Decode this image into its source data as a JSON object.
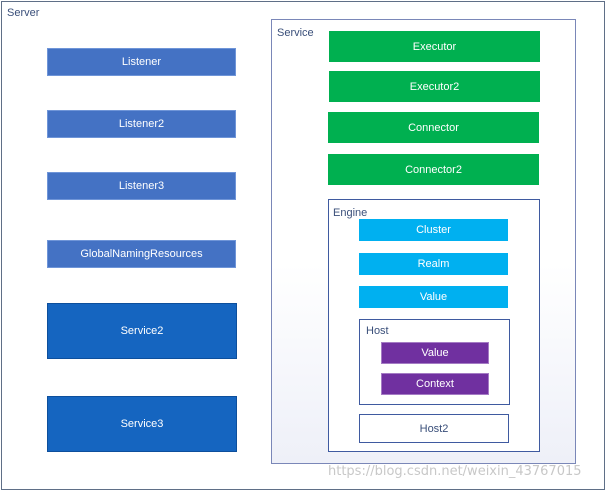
{
  "server": {
    "label": "Server",
    "listeners": [
      "Listener",
      "Listener2",
      "Listener3"
    ],
    "global_naming_resources": "GlobalNamingResources",
    "other_services": [
      "Service2",
      "Service3"
    ]
  },
  "service": {
    "label": "Service",
    "executors": [
      "Executor",
      "Executor2"
    ],
    "connectors": [
      "Connector",
      "Connector2"
    ],
    "engine": {
      "label": "Engine",
      "components": [
        "Cluster",
        "Realm",
        "Value"
      ],
      "host": {
        "label": "Host",
        "components": [
          "Value",
          "Context"
        ]
      },
      "host2": "Host2"
    }
  },
  "watermark": "https://blog.csdn.net/weixin_43767015",
  "colors": {
    "listener_blue": "#4472c4",
    "service_blue": "#1565c0",
    "green": "#00b050",
    "cyan": "#00b0f0",
    "purple": "#7030a0"
  }
}
